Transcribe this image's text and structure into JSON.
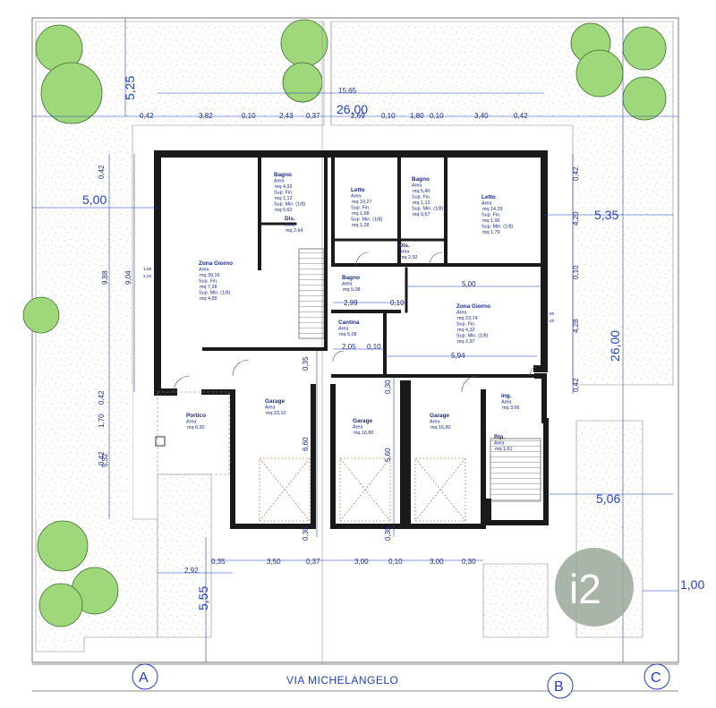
{
  "street": {
    "name": "VIA MICHELANGELO"
  },
  "axes": [
    {
      "id": "a",
      "label": "A"
    },
    {
      "id": "b",
      "label": "B"
    },
    {
      "id": "c",
      "label": "C"
    }
  ],
  "logo": {
    "text": "i2",
    "color": "#9aa89a"
  },
  "colors": {
    "wall": "#1a1a1a",
    "dimension": "#1f3fbf",
    "label": "#1a2a8a",
    "tree": "#8fcf6a",
    "garden_dot": "#8fb87f"
  },
  "rooms": [
    {
      "id": "zona-giorno-1",
      "name": "Zona Giorno",
      "lines": [
        "Area",
        "mq 39,16",
        "Sup. Fin.",
        "mq 7,28",
        "Sup. Min. (1/8)",
        "mq 4,89"
      ]
    },
    {
      "id": "bagno-1",
      "name": "Bagno",
      "lines": [
        "Area",
        "mq 4,92",
        "Sup. Fin.",
        "mq 1,12",
        "Sup. Min. (1/8)",
        "mq 0,62"
      ]
    },
    {
      "id": "dis-1",
      "name": "Dis.",
      "lines": [
        "Area",
        "mq 2,64"
      ]
    },
    {
      "id": "letto-1",
      "name": "Letto",
      "lines": [
        "Area",
        "mq 10,27",
        "Sup. Fin.",
        "mq 1,68",
        "Sup. Min. (1/8)",
        "mq 1,28"
      ]
    },
    {
      "id": "bagno-2",
      "name": "Bagno",
      "lines": [
        "Area",
        "mq 5,40",
        "Sup. Fin.",
        "mq 1,12",
        "Sup. Min. (1/8)",
        "mq 0,67"
      ]
    },
    {
      "id": "letto-2",
      "name": "Letto",
      "lines": [
        "Area",
        "mq 14,29",
        "Sup. Fin.",
        "mq 1,96",
        "Sup. Min. (1/8)",
        "mq 1,79"
      ]
    },
    {
      "id": "dis-2",
      "name": "Dis.",
      "lines": [
        "Area",
        "mq 2,92"
      ]
    },
    {
      "id": "bagno-3",
      "name": "Bagno",
      "lines": [
        "Area",
        "mq 5,08"
      ]
    },
    {
      "id": "cantina",
      "name": "Cantina",
      "lines": [
        "Area",
        "mq 5,08"
      ]
    },
    {
      "id": "zona-giorno-2",
      "name": "Zona Giorno",
      "lines": [
        "Area",
        "mq 23,74",
        "Sup. Fin.",
        "mq 4,32",
        "Sup. Min. (1/8)",
        "mq 2,97"
      ]
    },
    {
      "id": "portico",
      "name": "Portico",
      "lines": [
        "Area",
        "mq 6,30"
      ]
    },
    {
      "id": "garage-1",
      "name": "Garage",
      "lines": [
        "Area",
        "mq 23,10"
      ]
    },
    {
      "id": "garage-2",
      "name": "Garage",
      "lines": [
        "Area",
        "mq 16,80"
      ]
    },
    {
      "id": "garage-3",
      "name": "Garage",
      "lines": [
        "Area",
        "mq 16,80"
      ]
    },
    {
      "id": "ing",
      "name": "ing.",
      "lines": [
        "Area",
        "mq 3,66"
      ]
    },
    {
      "id": "rip",
      "name": "Rip.",
      "lines": [
        "Area",
        "mq 1,61"
      ]
    }
  ],
  "dimensions": {
    "big": [
      {
        "id": "d-26-top",
        "text": "26,00"
      },
      {
        "id": "d-26-right",
        "text": "26,00"
      },
      {
        "id": "d-525",
        "text": "5,25"
      },
      {
        "id": "d-500",
        "text": "5,00"
      },
      {
        "id": "d-535",
        "text": "5,35"
      },
      {
        "id": "d-506",
        "text": "5,06"
      },
      {
        "id": "d-555",
        "text": "5,55"
      },
      {
        "id": "d-100",
        "text": "1,00"
      }
    ],
    "small": [
      {
        "id": "t-1565",
        "text": "15,65"
      },
      {
        "id": "t-042a",
        "text": "0,42"
      },
      {
        "id": "t-382",
        "text": "3,82"
      },
      {
        "id": "t-010a",
        "text": "0,10"
      },
      {
        "id": "t-243",
        "text": "2,43"
      },
      {
        "id": "t-037a",
        "text": "0,37"
      },
      {
        "id": "t-269",
        "text": "2,69"
      },
      {
        "id": "t-010b",
        "text": "0,10"
      },
      {
        "id": "t-180",
        "text": "1,80"
      },
      {
        "id": "t-010c",
        "text": "0,10"
      },
      {
        "id": "t-340",
        "text": "3,40"
      },
      {
        "id": "t-042b",
        "text": "0,42"
      },
      {
        "id": "t-500in",
        "text": "5,00"
      },
      {
        "id": "t-299",
        "text": "2,99"
      },
      {
        "id": "t-010d",
        "text": "0,10"
      },
      {
        "id": "t-205",
        "text": "2,05"
      },
      {
        "id": "t-010e",
        "text": "0,10"
      },
      {
        "id": "t-594",
        "text": "5,94"
      },
      {
        "id": "t-035a",
        "text": "0,35"
      },
      {
        "id": "t-350",
        "text": "3,50"
      },
      {
        "id": "t-037b",
        "text": "0,37"
      },
      {
        "id": "t-300a",
        "text": "3,00"
      },
      {
        "id": "t-010f",
        "text": "0,10"
      },
      {
        "id": "t-300b",
        "text": "3,00"
      },
      {
        "id": "t-030a",
        "text": "0,30"
      },
      {
        "id": "t-292",
        "text": "2,92"
      }
    ],
    "vertical": [
      {
        "id": "v-042a",
        "text": "0,42"
      },
      {
        "id": "v-988",
        "text": "9,88"
      },
      {
        "id": "v-904",
        "text": "9,04"
      },
      {
        "id": "v-042b",
        "text": "0,42"
      },
      {
        "id": "v-170",
        "text": "1,70"
      },
      {
        "id": "v-042c",
        "text": "0,42"
      },
      {
        "id": "v-532",
        "text": "5,32"
      },
      {
        "id": "v-035",
        "text": "0,35"
      },
      {
        "id": "v-660",
        "text": "6,60"
      },
      {
        "id": "v-030a",
        "text": "0,30"
      },
      {
        "id": "v-030b",
        "text": "0,30"
      },
      {
        "id": "v-560",
        "text": "5,60"
      },
      {
        "id": "v-030c",
        "text": "0,30"
      },
      {
        "id": "v-042d",
        "text": "0,42"
      },
      {
        "id": "v-420",
        "text": "4,20"
      },
      {
        "id": "v-010",
        "text": "0,10"
      },
      {
        "id": "v-428",
        "text": "4,28"
      },
      {
        "id": "v-042e",
        "text": "0,42"
      }
    ],
    "windows": [
      {
        "id": "w-1",
        "text": "1,80"
      },
      {
        "id": "w-1b",
        "text": "2,40"
      },
      {
        "id": "w-2",
        "text": "1,80"
      },
      {
        "id": "w-2b",
        "text": "2,40"
      }
    ]
  }
}
